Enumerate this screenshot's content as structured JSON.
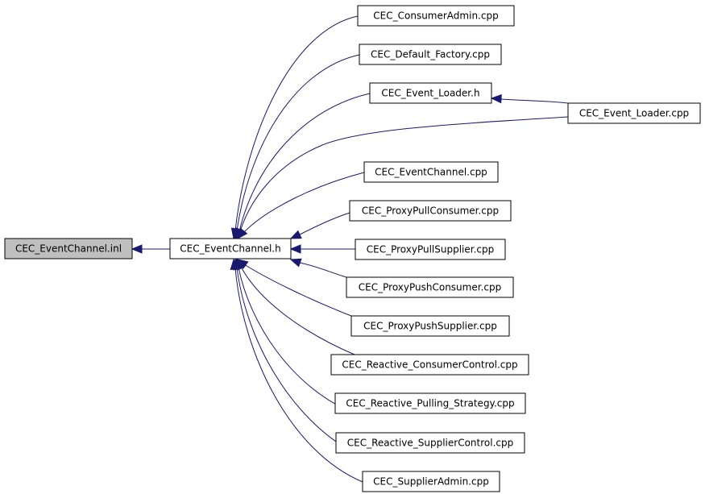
{
  "graph": {
    "colors": {
      "edge": "#191970",
      "root_fill": "#bfbfbf",
      "node_fill": "#ffffff",
      "node_stroke": "#000000"
    },
    "nodes": [
      {
        "id": "inl",
        "label": "CEC_EventChannel.inl",
        "root": true
      },
      {
        "id": "h",
        "label": "CEC_EventChannel.h"
      },
      {
        "id": "consumeradmin",
        "label": "CEC_ConsumerAdmin.cpp"
      },
      {
        "id": "default_factory",
        "label": "CEC_Default_Factory.cpp"
      },
      {
        "id": "event_loader_h",
        "label": "CEC_Event_Loader.h"
      },
      {
        "id": "event_loader_cpp",
        "label": "CEC_Event_Loader.cpp"
      },
      {
        "id": "eventchannel_cpp",
        "label": "CEC_EventChannel.cpp"
      },
      {
        "id": "proxypullconsumer",
        "label": "CEC_ProxyPullConsumer.cpp"
      },
      {
        "id": "proxypullsupplier",
        "label": "CEC_ProxyPullSupplier.cpp"
      },
      {
        "id": "proxypushconsumer",
        "label": "CEC_ProxyPushConsumer.cpp"
      },
      {
        "id": "proxypushsupplier",
        "label": "CEC_ProxyPushSupplier.cpp"
      },
      {
        "id": "reactive_consumercontrol",
        "label": "CEC_Reactive_ConsumerControl.cpp"
      },
      {
        "id": "reactive_pulling_strategy",
        "label": "CEC_Reactive_Pulling_Strategy.cpp"
      },
      {
        "id": "reactive_suppliercontrol",
        "label": "CEC_Reactive_SupplierControl.cpp"
      },
      {
        "id": "supplieradmin",
        "label": "CEC_SupplierAdmin.cpp"
      }
    ],
    "edges": [
      {
        "from": "h",
        "to": "inl"
      },
      {
        "from": "consumeradmin",
        "to": "h"
      },
      {
        "from": "default_factory",
        "to": "h"
      },
      {
        "from": "event_loader_h",
        "to": "h"
      },
      {
        "from": "event_loader_cpp",
        "to": "h"
      },
      {
        "from": "event_loader_cpp",
        "to": "event_loader_h"
      },
      {
        "from": "eventchannel_cpp",
        "to": "h"
      },
      {
        "from": "proxypullconsumer",
        "to": "h"
      },
      {
        "from": "proxypullsupplier",
        "to": "h"
      },
      {
        "from": "proxypushconsumer",
        "to": "h"
      },
      {
        "from": "proxypushsupplier",
        "to": "h"
      },
      {
        "from": "reactive_consumercontrol",
        "to": "h"
      },
      {
        "from": "reactive_pulling_strategy",
        "to": "h"
      },
      {
        "from": "reactive_suppliercontrol",
        "to": "h"
      },
      {
        "from": "supplieradmin",
        "to": "h"
      }
    ]
  }
}
